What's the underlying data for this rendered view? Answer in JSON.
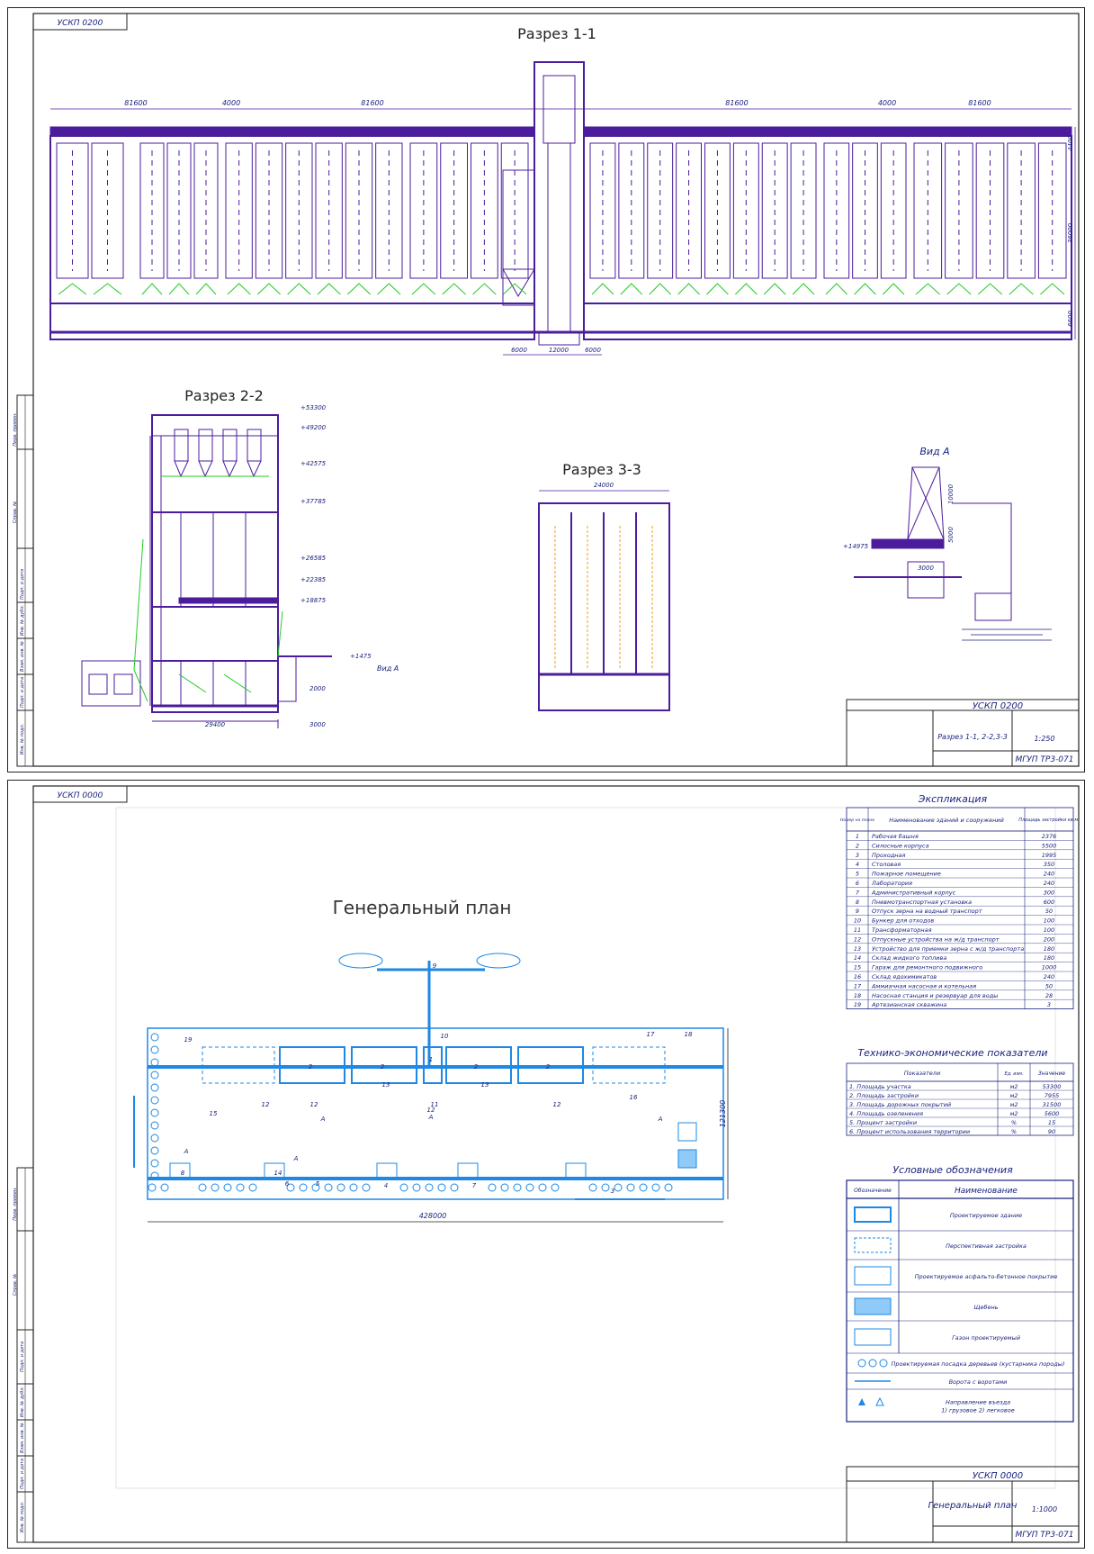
{
  "sheet1": {
    "corner_code": "УСКП 0200",
    "section_1_1": {
      "title": "Разрез 1-1",
      "dims_top": [
        "81600",
        "4000",
        "81600",
        "81600",
        "4000",
        "81600"
      ],
      "dims_right": [
        "4400",
        "36000",
        "6600"
      ],
      "dims_bottom": [
        "6000",
        "12000",
        "6000"
      ]
    },
    "section_2_2": {
      "title": "Разрез 2-2",
      "levels": [
        "+53300",
        "+49200",
        "+42575",
        "+37785",
        "+26585",
        "+22385",
        "+18875",
        "+1475"
      ],
      "elev_label": "+1475",
      "view_label": "Вид А",
      "dims": [
        "2000",
        "29400",
        "3000"
      ]
    },
    "section_3_3": {
      "title": "Разрез 3-3",
      "dims": [
        "24000"
      ]
    },
    "view_a": {
      "title": "Вид А",
      "level": "+14975",
      "dims": [
        "10000",
        "5000",
        "3000"
      ]
    },
    "stamp": {
      "code": "УСКП 0200",
      "title": "Разрез 1-1, 2-2,3-3",
      "scale": "1:250",
      "org": "МГУП  ТР3-071"
    },
    "side_strip": [
      "Перв. примен.",
      "Справ. №",
      "Подп. и дата",
      "Инв. № дубл.",
      "Взам. инв. №",
      "Подп. и дата",
      "Инв. № подл."
    ]
  },
  "sheet2": {
    "corner_code": "УСКП 0000",
    "plan_title": "Генеральный план",
    "plan_dims": [
      "428000",
      "121300"
    ],
    "plan_marks": [
      "1",
      "2",
      "2",
      "2",
      "2",
      "3",
      "4",
      "5",
      "6",
      "7",
      "8",
      "9",
      "10",
      "11",
      "12",
      "12",
      "12",
      "12",
      "13",
      "13",
      "14",
      "15",
      "16",
      "17",
      "18",
      "19",
      "A",
      "A",
      "A",
      "A",
      "A",
      "A"
    ],
    "explication": {
      "title": "Экспликация",
      "headers": [
        "Номер на плане",
        "Наименование зданий и сооружений",
        "Площадь застройки кв.м."
      ],
      "rows": [
        [
          "1",
          "Рабочая башня",
          "2376"
        ],
        [
          "2",
          "Силосные корпуса",
          "5500"
        ],
        [
          "3",
          "Проходная",
          "1995"
        ],
        [
          "4",
          "Столовая",
          "350"
        ],
        [
          "5",
          "Пожарное помещение",
          "240"
        ],
        [
          "6",
          "Лаборатория",
          "240"
        ],
        [
          "7",
          "Административный корпус",
          "300"
        ],
        [
          "8",
          "Пневмотранспортная установка",
          "600"
        ],
        [
          "9",
          "Отпуск зерна на водный транспорт",
          "50"
        ],
        [
          "10",
          "Бункер для отходов",
          "100"
        ],
        [
          "11",
          "Трансформаторная",
          "100"
        ],
        [
          "12",
          "Отпускные устройства на ж/д транспорт",
          "200"
        ],
        [
          "13",
          "Устройство для приемки зерна с ж/д транспорта",
          "180"
        ],
        [
          "14",
          "Склад жидкого топлива",
          "180"
        ],
        [
          "15",
          "Гараж для ремонтного подвижного",
          "1000"
        ],
        [
          "16",
          "Склад ядохимикатов",
          "240"
        ],
        [
          "17",
          "Аммиачная насосная и котельная",
          "50"
        ],
        [
          "18",
          "Насосная станция и резервуар для воды",
          "28"
        ],
        [
          "19",
          "Артезианская скважина",
          "3"
        ]
      ]
    },
    "tech": {
      "title": "Технико-экономические показатели",
      "headers": [
        "Показатели",
        "Ед. изм.",
        "Значение"
      ],
      "rows": [
        [
          "1. Площадь участка",
          "м2",
          "53300"
        ],
        [
          "2. Площадь застройки",
          "м2",
          "7955"
        ],
        [
          "3. Площадь дорожных покрытий",
          "м2",
          "31500"
        ],
        [
          "4. Площадь озеленения",
          "м2",
          "5600"
        ],
        [
          "5. Процент застройки",
          "%",
          "15"
        ],
        [
          "6. Процент использования территории",
          "%",
          "90"
        ]
      ]
    },
    "legend": {
      "title": "Условные обозначения",
      "headers": [
        "Обозначение",
        "Наименование"
      ],
      "rows": [
        "Проектируемое здание",
        "Перспективная застройка",
        "Проектируемое асфальто-бетонное покрытие",
        "Щебень",
        "Газон проектируемый",
        "Проектируемая посадка деревьев (кустарника породы)",
        "Ворота с воротами",
        "Направление въезда\n1) грузовое       2) легковое"
      ]
    },
    "stamp": {
      "code": "УСКП 0000",
      "title": "Генеральный план",
      "scale": "1:1000",
      "org": "МГУП  ТР3-071"
    },
    "side_strip": [
      "Перв. примен.",
      "Справ. №",
      "Подп. и дата",
      "Инв. № дубл.",
      "Взам. инв. №",
      "Подп. и дата",
      "Инв. № подл."
    ]
  },
  "colors": {
    "line": "#3d1a8c",
    "drawing": "#4b1c9c",
    "green": "#22cc22",
    "blue": "#1e88e5",
    "frame": "#222222"
  }
}
